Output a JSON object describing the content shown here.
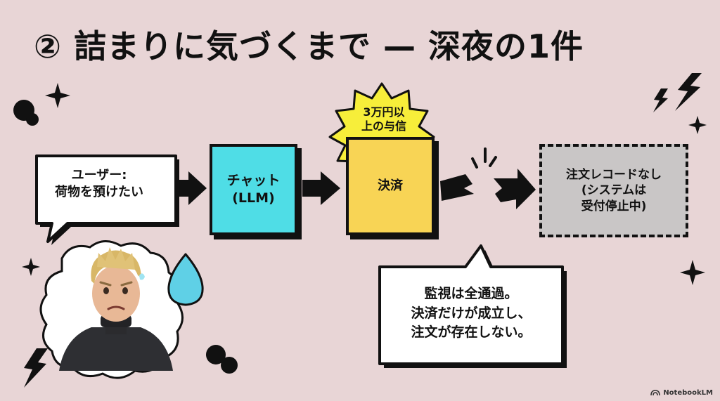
{
  "title": "② 詰まりに気づくまで — 深夜の1件",
  "user_bubble": {
    "text": "ユーザー:\n荷物を預けたい"
  },
  "chat_box": {
    "text": "チャット\n(LLM)"
  },
  "payment_box": {
    "text": "決済",
    "burst_text": "3万円以\n上の与信"
  },
  "order_box": {
    "text": "注文レコードなし\n(システムは\n受付停止中)"
  },
  "note": {
    "text": "監視は全通過。\n決済だけが成立し、\n注文が存在しない。"
  },
  "watermark": "NotebookLM",
  "colors": {
    "background": "#e8d5d6",
    "chat": "#4fdde6",
    "payment": "#f8d455",
    "burst": "#f7ee3a",
    "order": "#c9c6c6",
    "drop": "#5fd0e6"
  },
  "icons": [
    "sparkle-icon",
    "lightning-icon",
    "blob-icon",
    "sweat-drop-icon",
    "worried-man-avatar",
    "broken-arrow-icon"
  ]
}
